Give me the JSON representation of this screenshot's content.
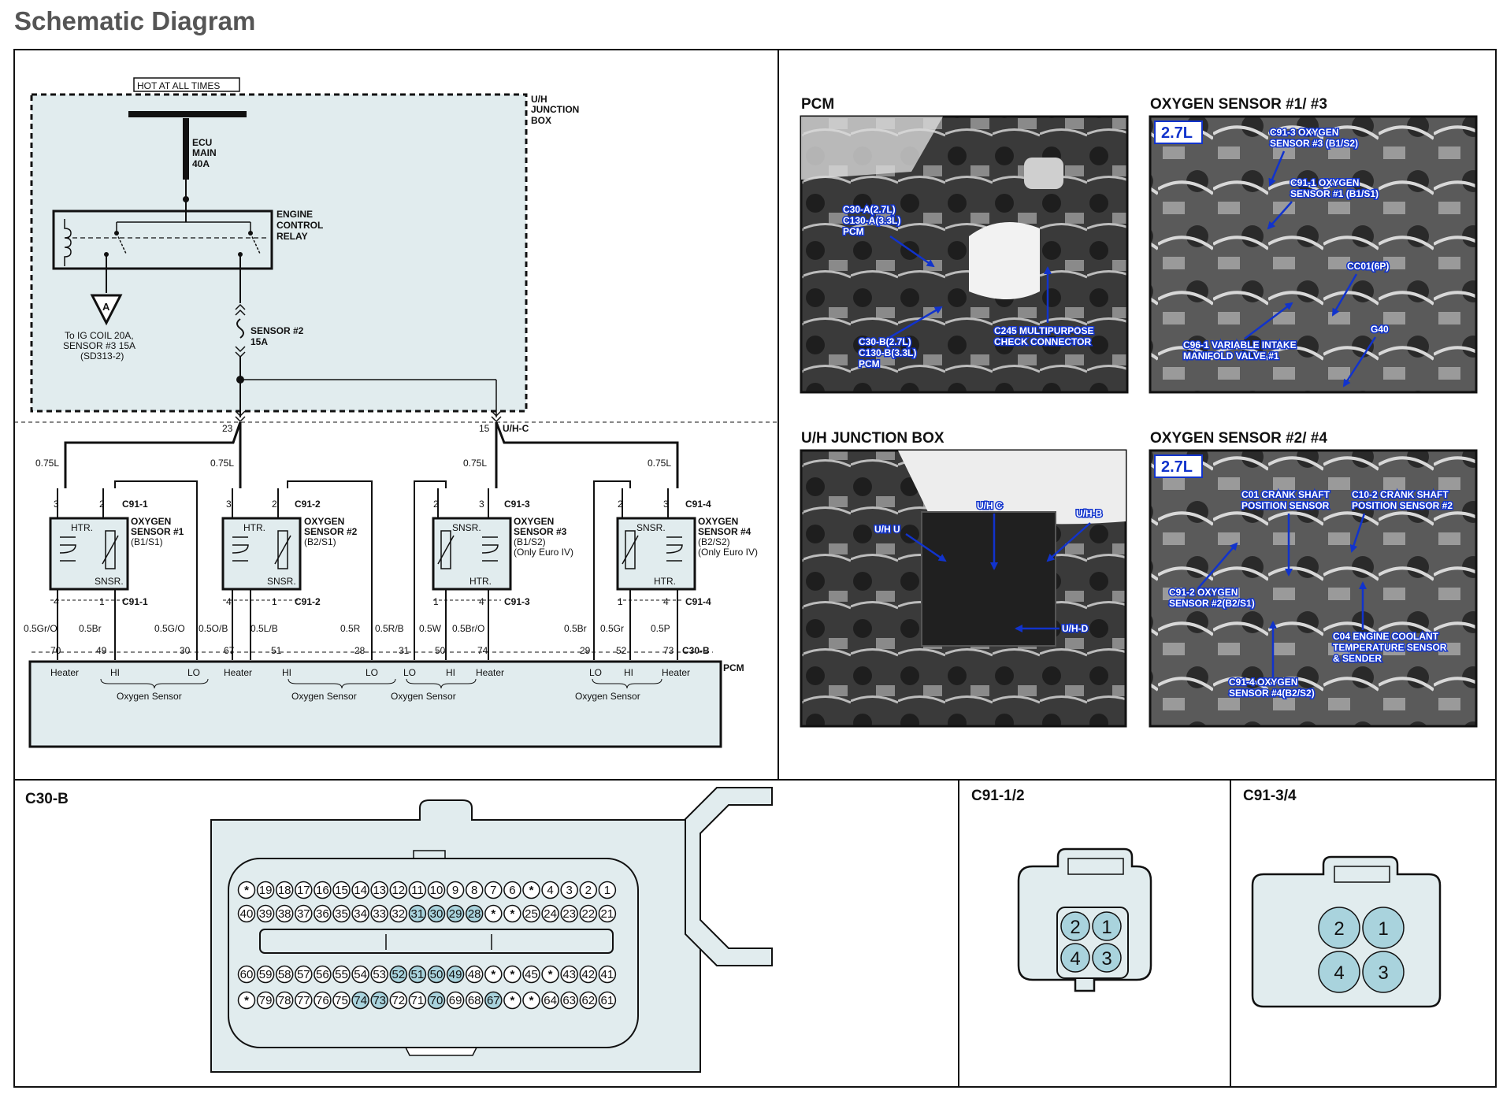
{
  "page": {
    "title": "Schematic Diagram"
  },
  "schematic": {
    "hot_label": "HOT AT ALL TIMES",
    "junction_box": [
      "U/H",
      "JUNCTION",
      "BOX"
    ],
    "fuse_main": [
      "ECU",
      "MAIN",
      "40A"
    ],
    "relay": [
      "ENGINE",
      "CONTROL",
      "RELAY"
    ],
    "ref_letter": "A",
    "ref_note": [
      "To IG COIL 20A,",
      "SENSOR #3 15A",
      "(SD313-2)"
    ],
    "fuse_sensor": [
      "SENSOR #2",
      "15A"
    ],
    "pin_23": "23",
    "pin_15": "15",
    "uhc": "U/H-C",
    "sensors": [
      {
        "label": [
          "OXYGEN",
          "SENSOR #1",
          "(B1/S1)"
        ],
        "top_conn": "C91-1",
        "bot_conn": "C91-1",
        "top_pins": [
          "3",
          "2"
        ],
        "bot_pins": [
          "4",
          "1"
        ],
        "inner_top": "HTR.",
        "inner_bot": "SNSR."
      },
      {
        "label": [
          "OXYGEN",
          "SENSOR #2",
          "(B2/S1)"
        ],
        "top_conn": "C91-2",
        "bot_conn": "C91-2",
        "top_pins": [
          "3",
          "2"
        ],
        "bot_pins": [
          "4",
          "1"
        ],
        "inner_top": "HTR.",
        "inner_bot": "SNSR."
      },
      {
        "label": [
          "OXYGEN",
          "SENSOR #3",
          "(B1/S2)",
          "(Only Euro IV)"
        ],
        "top_conn": "C91-3",
        "bot_conn": "C91-3",
        "top_pins": [
          "2",
          "3"
        ],
        "bot_pins": [
          "1",
          "4"
        ],
        "inner_top": "SNSR.",
        "inner_bot": "HTR."
      },
      {
        "label": [
          "OXYGEN",
          "SENSOR #4",
          "(B2/S2)",
          "(Only Euro IV)"
        ],
        "top_conn": "C91-4",
        "bot_conn": "C91-4",
        "top_pins": [
          "2",
          "3"
        ],
        "bot_pins": [
          "1",
          "4"
        ],
        "inner_top": "SNSR.",
        "inner_bot": "HTR."
      }
    ],
    "top_wire_075": "0.75L",
    "wires": [
      "0.5Gr/O",
      "0.5Br",
      "0.5G/O",
      "0.5O/B",
      "0.5L/B",
      "0.5R",
      "0.5R/B",
      "0.5W",
      "0.5Br/O",
      "0.5Br",
      "0.5Gr",
      "0.5P"
    ],
    "pcm_pins": [
      "70",
      "49",
      "30",
      "67",
      "51",
      "28",
      "31",
      "50",
      "74",
      "29",
      "52",
      "73"
    ],
    "c30b": "C30-B",
    "pcm": "PCM",
    "pcm_labels": [
      "Heater",
      "HI",
      "LO",
      "Heater",
      "HI",
      "LO",
      "LO",
      "HI",
      "Heater",
      "LO",
      "HI",
      "Heater"
    ],
    "group_label": "Oxygen Sensor"
  },
  "photos": [
    {
      "title": "PCM",
      "tag": "",
      "callouts": [
        "C30-A(2.7L)",
        "C130-A(3.3L)",
        "PCM",
        "C30-B(2.7L)",
        "C130-B(3.3L)",
        "PCM",
        "C245 MULTIPURPOSE",
        "CHECK CONNECTOR"
      ]
    },
    {
      "title": "OXYGEN SENSOR #1/ #3",
      "tag": "2.7L",
      "callouts": [
        "C91-3 OXYGEN",
        "SENSOR #3 (B1/S2)",
        "C91-1 OXYGEN",
        "SENSOR #1 (B1/S1)",
        "CC01(6P)",
        "C96-1 VARIABLE INTAKE",
        "MANIFOLD VALVE #1",
        "G40"
      ]
    },
    {
      "title": "U/H JUNCTION BOX",
      "tag": "",
      "callouts": [
        "U/H C",
        "U/H U",
        "U/H-B",
        "U/H-D"
      ]
    },
    {
      "title": "OXYGEN SENSOR #2/ #4",
      "tag": "2.7L",
      "callouts": [
        "C01 CRANK SHAFT",
        "POSITION SENSOR",
        "C10-2 CRANK SHAFT",
        "POSITION SENSOR #2",
        "C91-2 OXYGEN",
        "SENSOR #2(B2/S1)",
        "C04 ENGINE COOLANT",
        "TEMPERATURE SENSOR",
        "& SENDER",
        "C91-4 OXYGEN",
        "SENSOR #4(B2/S2)"
      ]
    }
  ],
  "connectors": {
    "c30b": {
      "title": "C30-B",
      "rows": [
        [
          "*",
          "19",
          "18",
          "17",
          "16",
          "15",
          "14",
          "13",
          "12",
          "11",
          "10",
          "9",
          "8",
          "7",
          "6",
          "*",
          "4",
          "3",
          "2",
          "1"
        ],
        [
          "40",
          "39",
          "38",
          "37",
          "36",
          "35",
          "34",
          "33",
          "32",
          "31",
          "30",
          "29",
          "28",
          "*",
          "*",
          "25",
          "24",
          "23",
          "22",
          "21"
        ],
        [
          "60",
          "59",
          "58",
          "57",
          "56",
          "55",
          "54",
          "53",
          "52",
          "51",
          "50",
          "49",
          "48",
          "*",
          "*",
          "45",
          "*",
          "43",
          "42",
          "41"
        ],
        [
          "*",
          "79",
          "78",
          "77",
          "76",
          "75",
          "74",
          "73",
          "72",
          "71",
          "70",
          "69",
          "68",
          "67",
          "*",
          "*",
          "64",
          "63",
          "62",
          "61"
        ]
      ],
      "highlighted": [
        "28",
        "29",
        "30",
        "31",
        "49",
        "50",
        "51",
        "52",
        "67",
        "70",
        "73",
        "74"
      ]
    },
    "c91_12": {
      "title": "C91-1/2",
      "pins": [
        "2",
        "1",
        "4",
        "3"
      ]
    },
    "c91_34": {
      "title": "C91-3/4",
      "pins": [
        "2",
        "1",
        "4",
        "3"
      ]
    }
  },
  "colors": {
    "panel_fill": "#e1ecee",
    "pin_highlight": "#a9d3dd",
    "callout_blue": "#1133cc"
  }
}
